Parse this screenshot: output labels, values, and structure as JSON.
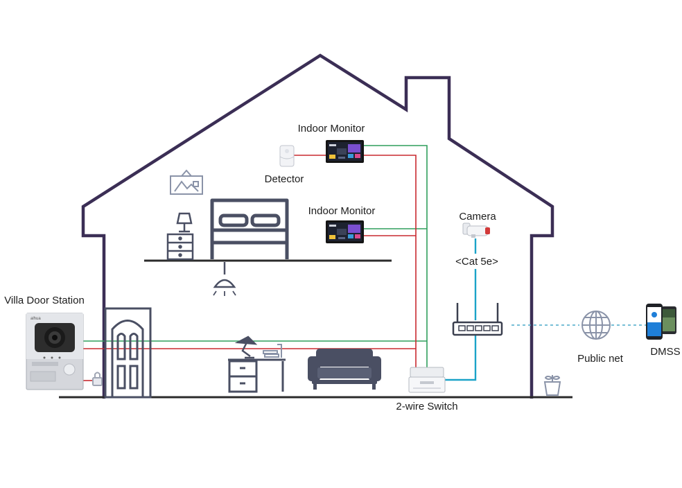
{
  "labels": {
    "indoor_monitor_top": "Indoor Monitor",
    "indoor_monitor_mid": "Indoor Monitor",
    "detector": "Detector",
    "camera": "Camera",
    "cat5e": "<Cat 5e>",
    "villa_door_station": "Villa Door Station",
    "two_wire_switch": "2-wire Switch",
    "public_net": "Public net",
    "dmss": "DMSS"
  },
  "colors": {
    "house_outline": "#3b2e55",
    "floor": "#2b2b2b",
    "furniture": "#4a4f63",
    "green_wire": "#2e9e5b",
    "red_wire": "#c8282e",
    "cyan_wire": "#1aa3c8",
    "dashed_link": "#4aa8c8",
    "icon_light": "#8a93a8"
  },
  "icons": [
    "door-station-icon",
    "door-icon",
    "lock-icon",
    "bed-icon",
    "nightstand-lamp-icon",
    "picture-frame-icon",
    "ceiling-lamp-icon",
    "desk-icon",
    "desk-lamp-icon",
    "sofa-icon",
    "plant-icon",
    "router-icon",
    "globe-icon",
    "phone-icon",
    "camera-icon",
    "detector-icon",
    "monitor-icon",
    "switch-icon"
  ]
}
